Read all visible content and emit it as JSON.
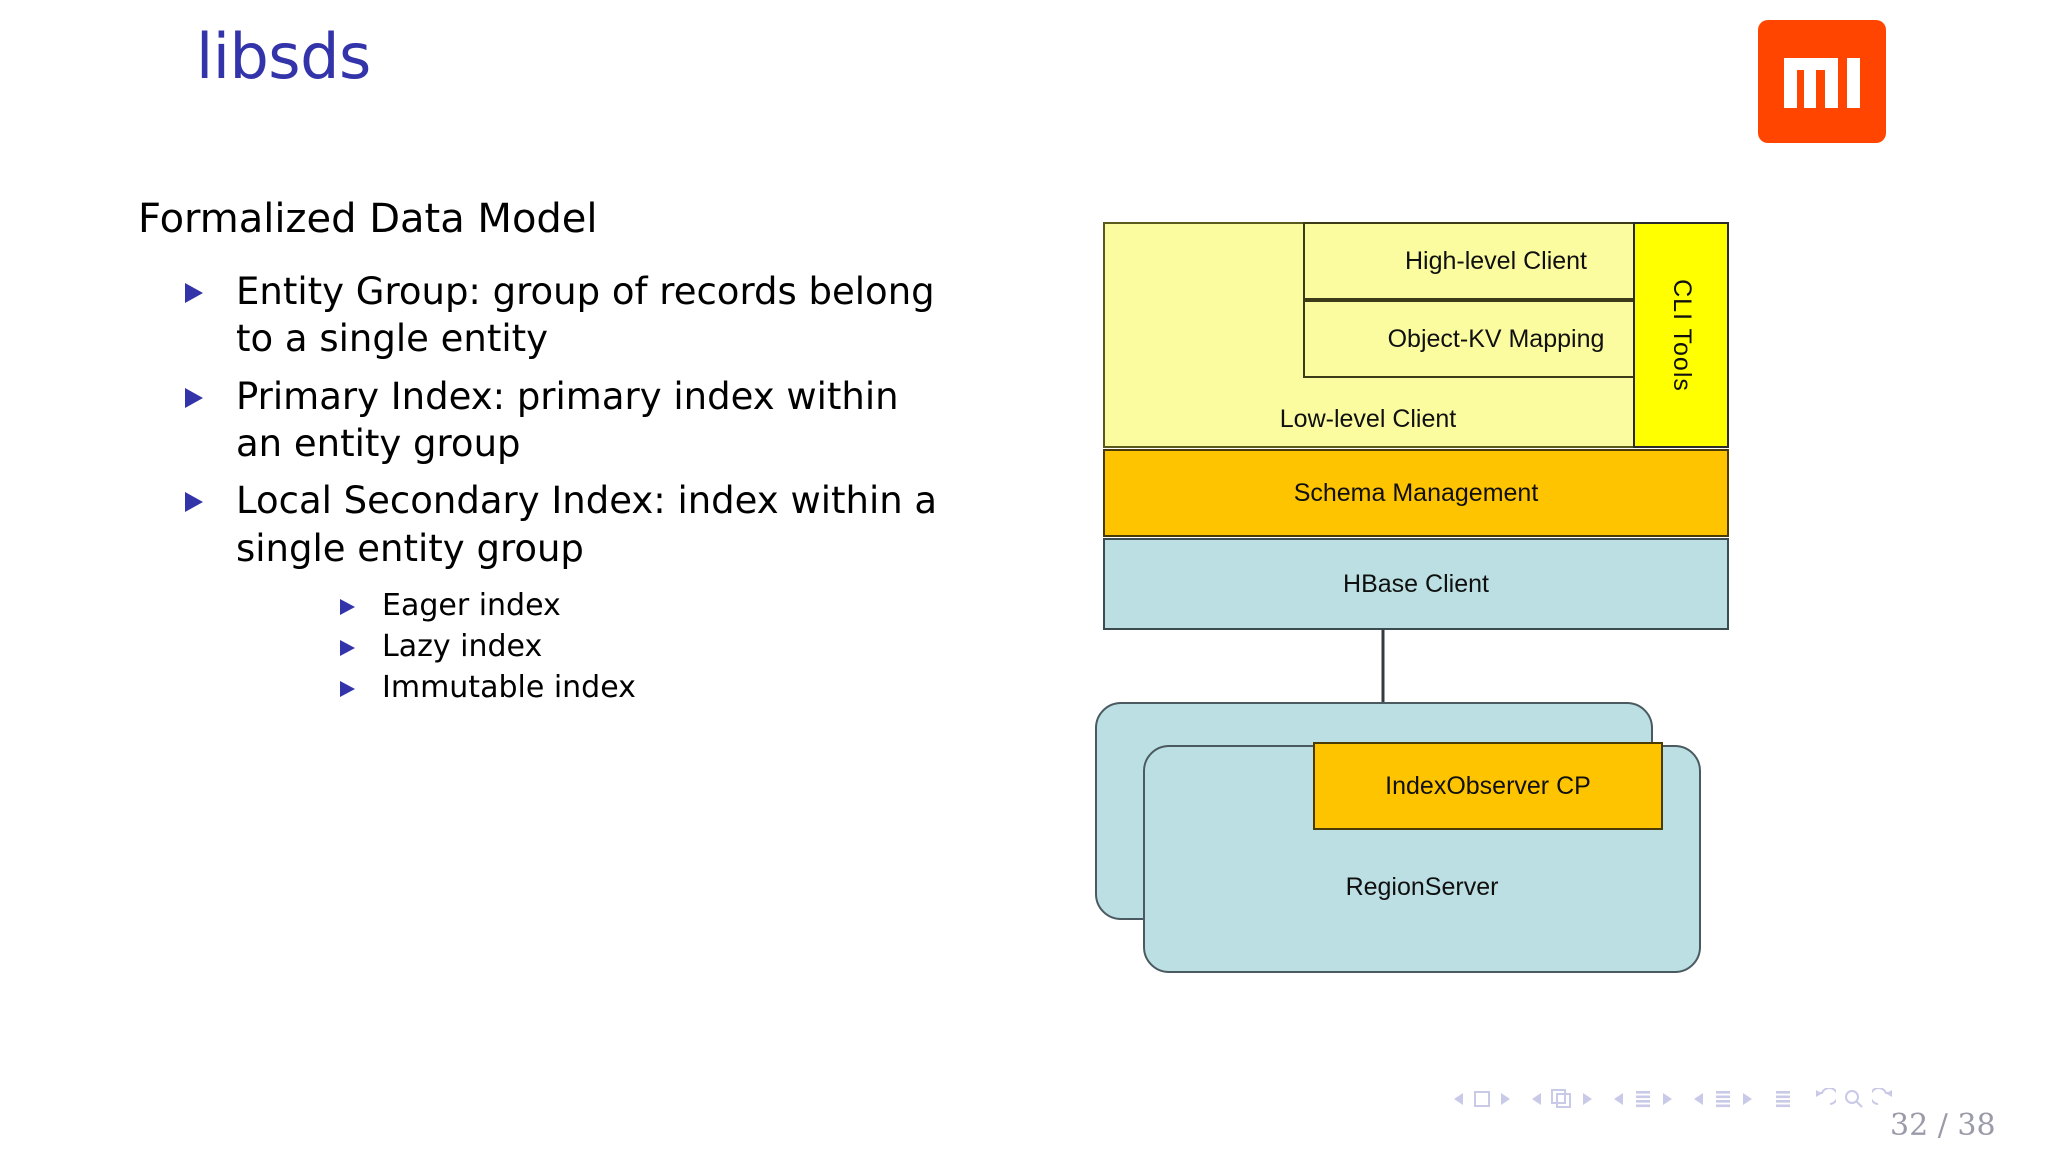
{
  "slide": {
    "title": "libsds",
    "title_color": "#3333AA",
    "page_indicator": "32 / 38",
    "current_page": 32,
    "total_pages": 38
  },
  "logo": {
    "name": "xiaomi-mi-logo",
    "alt_text": "MI",
    "background_color": "#FF4500",
    "mark_color": "#FFFFFF"
  },
  "content": {
    "lead": "Formalized Data Model",
    "bullets": [
      {
        "marker": "triangle-right-icon",
        "text": "Entity Group: group of records belong to a single entity"
      },
      {
        "marker": "triangle-right-icon",
        "text": "Primary Index: primary index within an entity group"
      },
      {
        "marker": "triangle-right-icon",
        "text": "Local Secondary Index: index within a single entity group",
        "sub_bullets": [
          {
            "marker": "triangle-right-icon",
            "text": "Eager index"
          },
          {
            "marker": "triangle-right-icon",
            "text": "Lazy index"
          },
          {
            "marker": "triangle-right-icon",
            "text": "Immutable index"
          }
        ]
      }
    ],
    "bullet_color": "#3333AA"
  },
  "diagram": {
    "name": "libsds-architecture-diagram",
    "boxes": {
      "low_level_client": {
        "label": "Low-level Client",
        "color": "#FBFBA0"
      },
      "high_level_client": {
        "label": "High-level Client",
        "color": "#FBFBA0"
      },
      "object_kv_mapping": {
        "label": "Object-KV Mapping",
        "color": "#FBFBA0"
      },
      "cli_tools": {
        "label": "CLI Tools",
        "color": "#FFFF00",
        "orientation": "vertical"
      },
      "schema_management": {
        "label": "Schema Management",
        "color": "#FFC400"
      },
      "hbase_client": {
        "label": "HBase Client",
        "color": "#BBDFE2"
      },
      "region_server": {
        "label": "RegionServer",
        "color": "#BBDFE2",
        "instances": 2
      },
      "index_observer_cp": {
        "label": "IndexObserver CP",
        "color": "#FFC400"
      }
    },
    "connector": {
      "from": "hbase_client",
      "to": "index_observer_cp",
      "style": "arrow-down"
    }
  },
  "navigation": {
    "groups": [
      {
        "name": "slide-nav",
        "prev": "prev-slide",
        "middle": "square-icon",
        "next": "next-slide"
      },
      {
        "name": "frame-nav",
        "prev": "prev-frame",
        "middle": "frames-icon",
        "next": "next-frame"
      },
      {
        "name": "subsection-nav",
        "prev": "prev-subsection",
        "middle": "lines-icon",
        "next": "next-subsection"
      },
      {
        "name": "section-nav",
        "prev": "prev-section",
        "middle": "lines-icon",
        "next": "next-section"
      }
    ],
    "doc_icon": "document-lines-icon",
    "back_icon": "back-arrow-icon",
    "search_icon": "search-icon",
    "forward_icon": "forward-arrow-icon",
    "color": "#C9C9E8"
  }
}
